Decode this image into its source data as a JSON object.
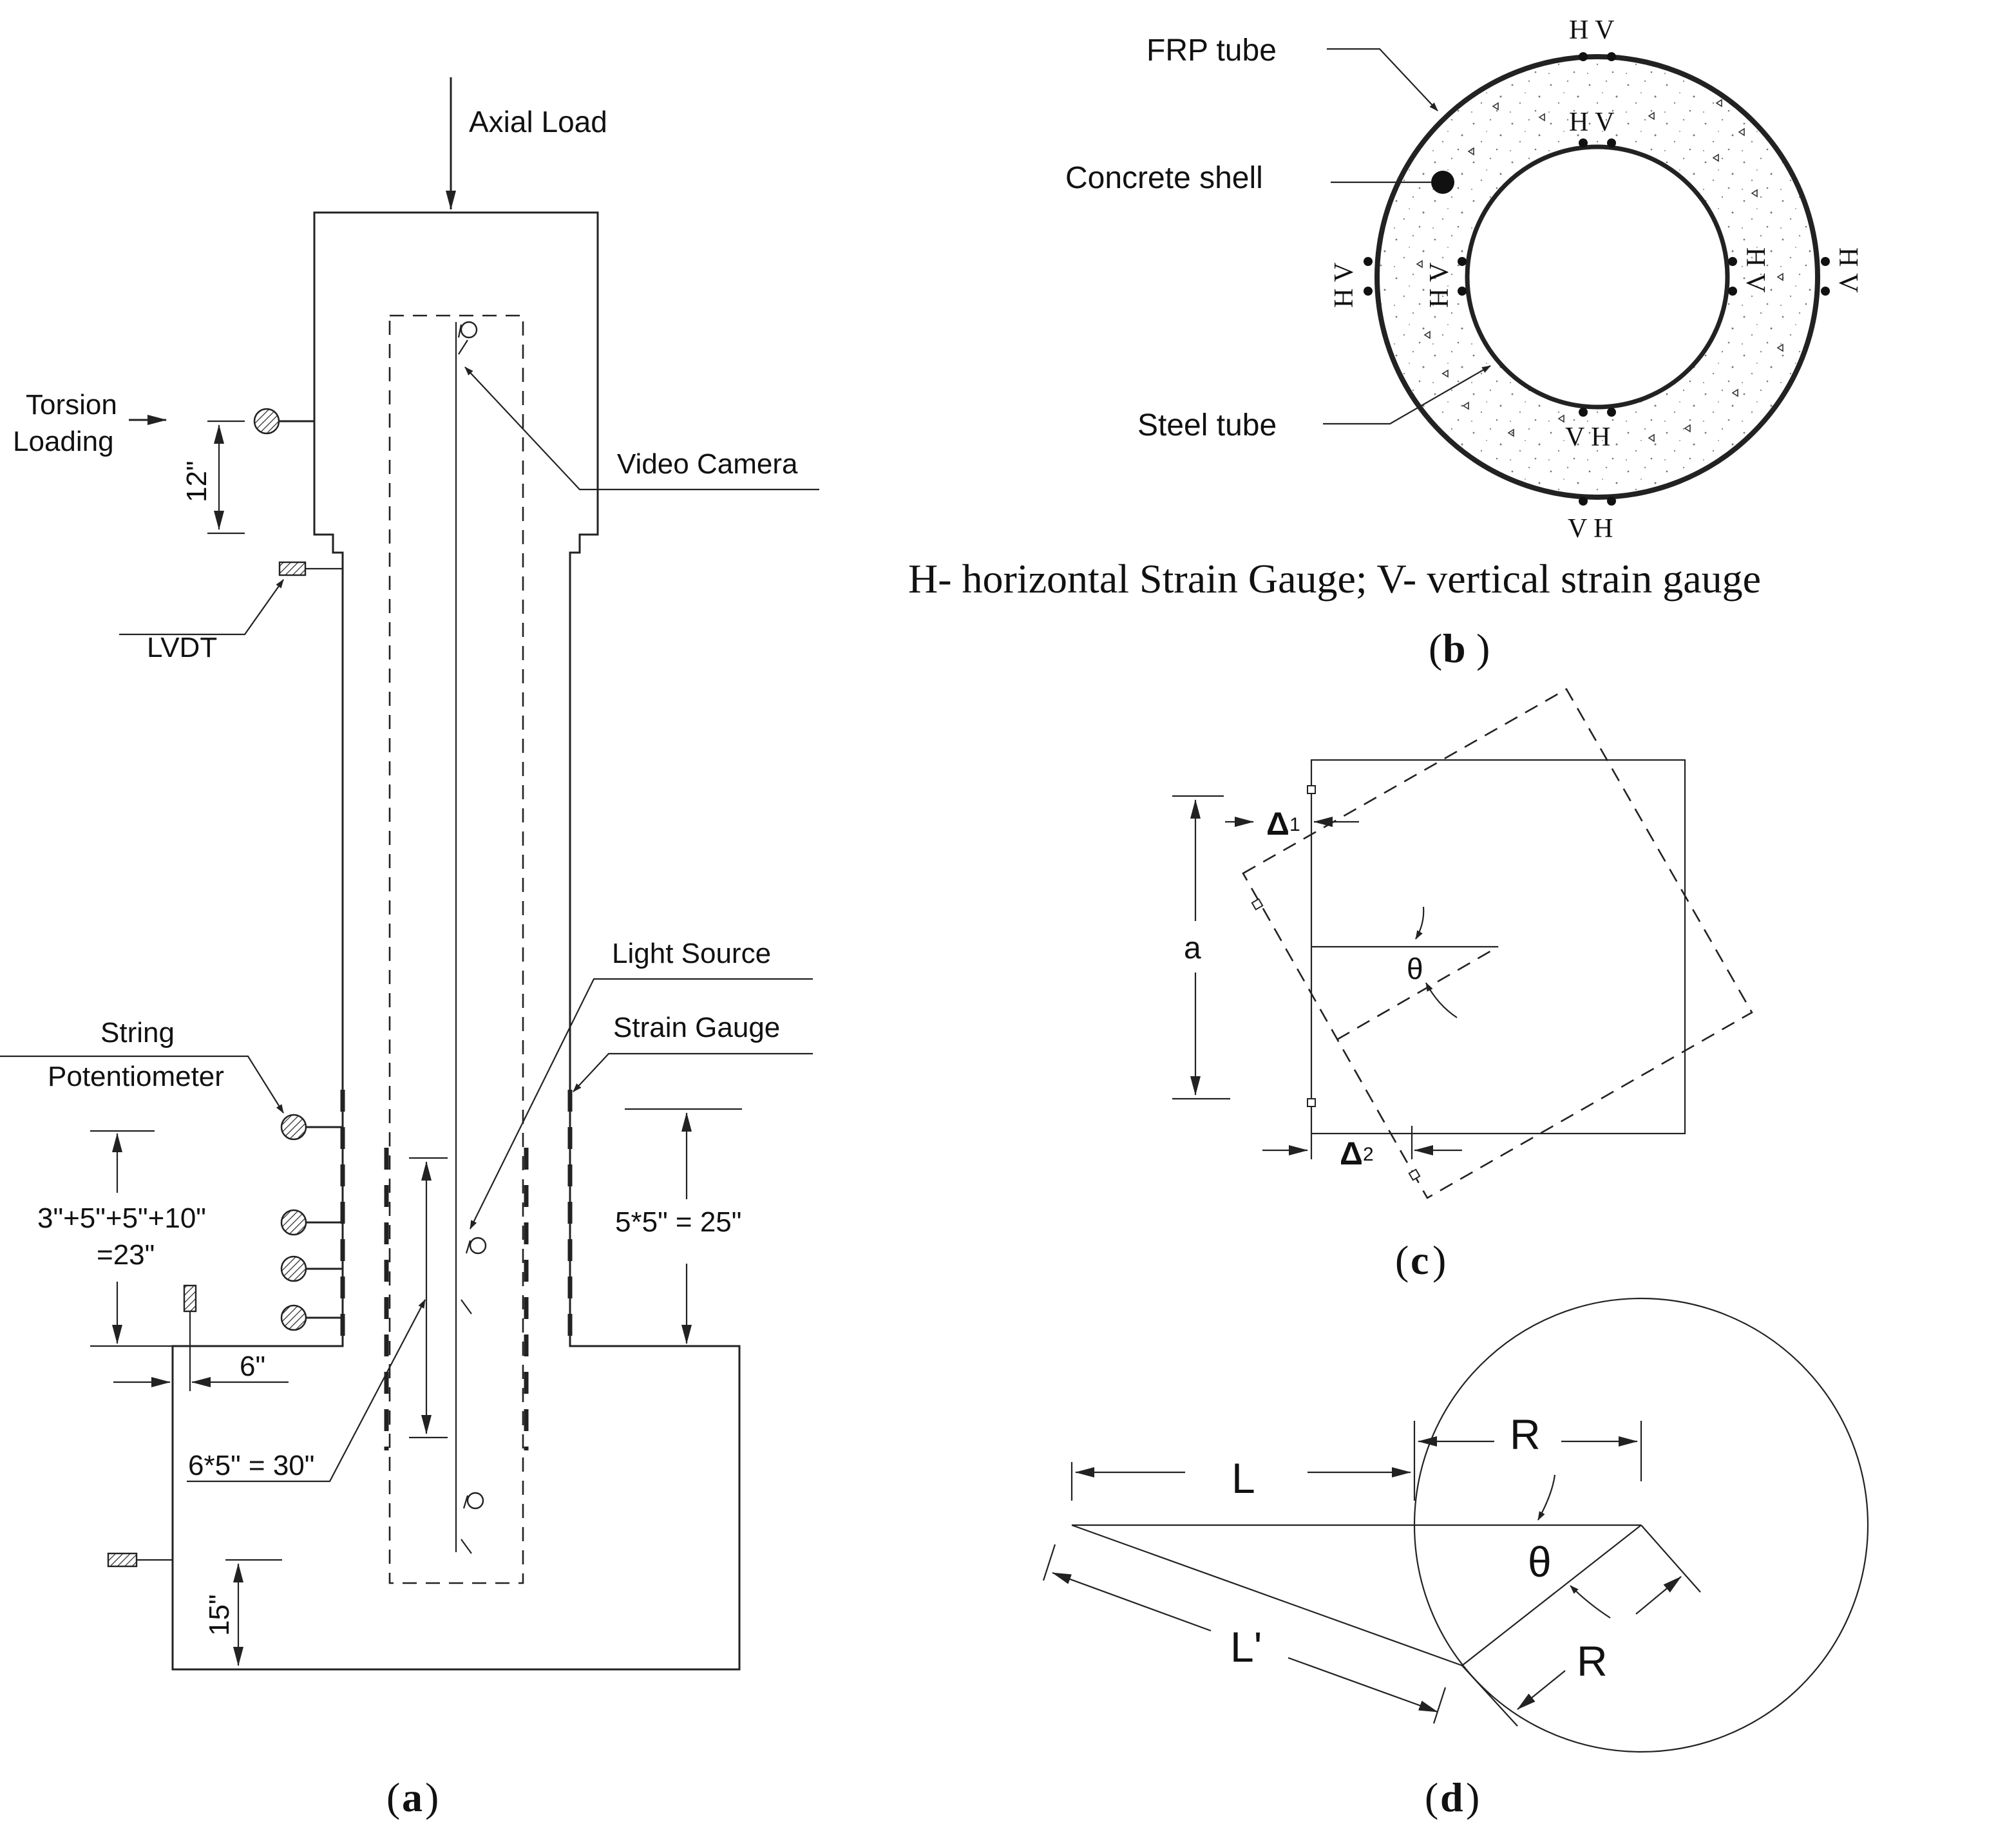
{
  "panel_a": {
    "axial_load": "Axial Load",
    "torsion_line1": "Torsion",
    "torsion_line2": "Loading",
    "dim_12": "12\"",
    "video_camera": "Video Camera",
    "lvdt": "LVDT",
    "light_source": "Light Source",
    "strain_gauge": "Strain Gauge",
    "string_line1": "String",
    "string_line2": "Potentiometer",
    "dim_23_line1": "3\"+5\"+5\"+10\"",
    "dim_23_line2": "=23\"",
    "dim_25": "5*5\" = 25\"",
    "dim_6": "6\"",
    "dim_30": "6*5\" = 30\"",
    "dim_15": "15\"",
    "caption": "a"
  },
  "panel_b": {
    "frp_tube": "FRP tube",
    "concrete_shell": "Concrete shell",
    "steel_tube": "Steel tube",
    "gauge_outer_top": "H V",
    "gauge_inner_top": "H V",
    "gauge_outer_left": "H V",
    "gauge_inner_left": "H V",
    "gauge_inner_right": "H V",
    "gauge_outer_right": "H V",
    "gauge_inner_bottom": "V H",
    "gauge_outer_bottom": "V H",
    "legend": "H- horizontal Strain Gauge; V- vertical strain gauge",
    "caption": "b"
  },
  "panel_c": {
    "delta1": "Δ",
    "delta1_sub": "1",
    "delta2": "Δ",
    "delta2_sub": "2",
    "a": "a",
    "theta": "θ",
    "caption": "c"
  },
  "panel_d": {
    "L": "L",
    "R_top": "R",
    "theta": "θ",
    "L_prime": "L'",
    "R_bottom": "R",
    "caption": "d"
  }
}
